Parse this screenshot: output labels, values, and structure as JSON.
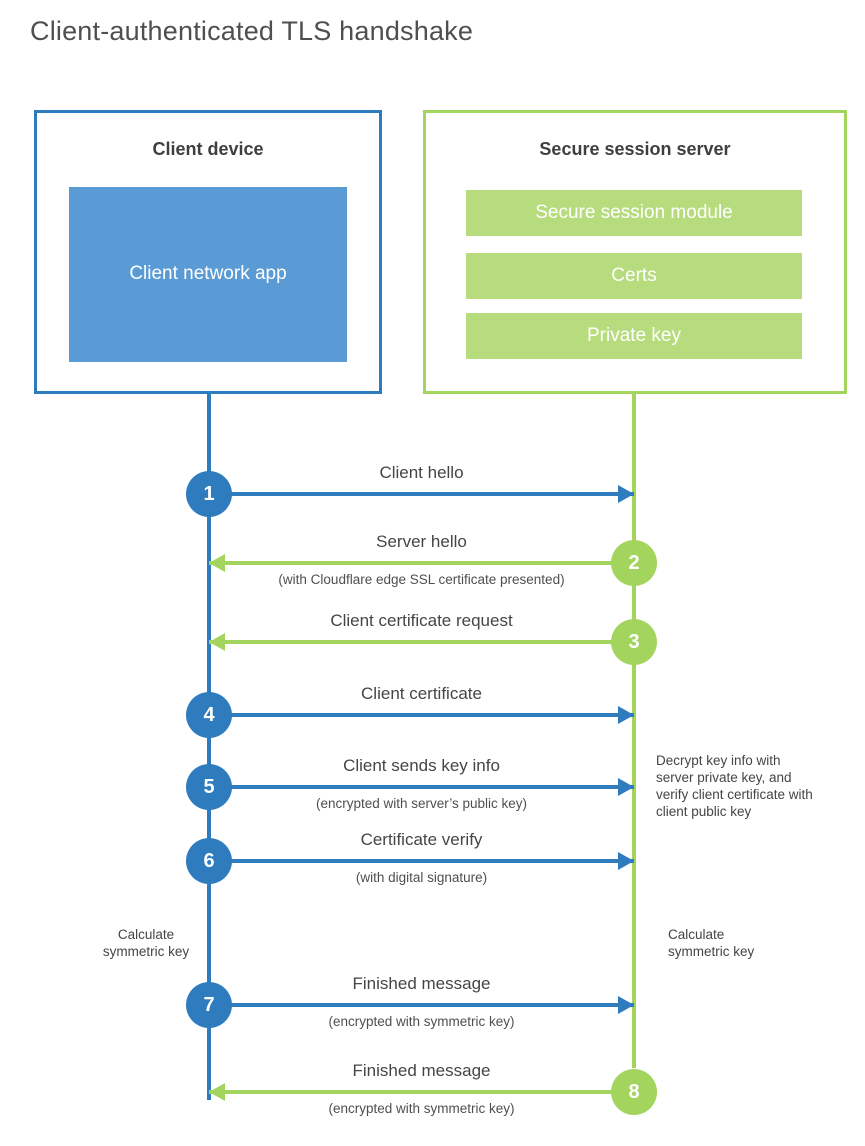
{
  "title": "Client-authenticated TLS handshake",
  "colors": {
    "blue": "#2e7cbe",
    "blue_fill": "#5b9bd5",
    "green": "#a3d45e",
    "green_fill": "#b6dc7d"
  },
  "client_box": {
    "title": "Client device",
    "app_label": "Client network app"
  },
  "server_box": {
    "title": "Secure session server",
    "modules": [
      "Secure session module",
      "Certs",
      "Private key"
    ]
  },
  "steps": [
    {
      "num": "1",
      "label": "Client hello",
      "sub": "",
      "from": "client"
    },
    {
      "num": "2",
      "label": "Server hello",
      "sub": "(with Cloudflare edge SSL certificate presented)",
      "from": "server"
    },
    {
      "num": "3",
      "label": "Client certificate request",
      "sub": "",
      "from": "server"
    },
    {
      "num": "4",
      "label": "Client certificate",
      "sub": "",
      "from": "client"
    },
    {
      "num": "5",
      "label": "Client sends key info",
      "sub": "(encrypted with server’s public key)",
      "from": "client"
    },
    {
      "num": "6",
      "label": "Certificate verify",
      "sub": "(with digital signature)",
      "from": "client"
    },
    {
      "num": "7",
      "label": "Finished message",
      "sub": "(encrypted with symmetric key)",
      "from": "client"
    },
    {
      "num": "8",
      "label": "Finished message",
      "sub": "(encrypted with symmetric key)",
      "from": "server"
    }
  ],
  "annotations": {
    "calc_left": "Calculate symmetric key",
    "calc_right": "Calculate symmetric key",
    "decrypt_note": "Decrypt key info with server private key, and verify client certificate with client public key"
  }
}
